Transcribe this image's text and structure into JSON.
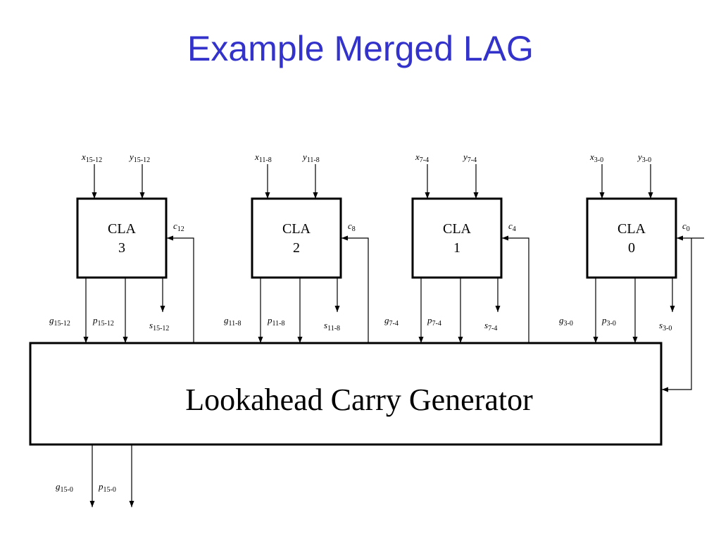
{
  "title": "Example Merged LAG",
  "colors": {
    "title": "#3333cc",
    "line": "#000000"
  },
  "blocks": [
    {
      "label": "CLA",
      "index": "3",
      "x": {
        "v": "x",
        "s": "15-12"
      },
      "y": {
        "v": "y",
        "s": "15-12"
      },
      "c": {
        "v": "c",
        "s": "12"
      },
      "g": {
        "v": "g",
        "s": "15-12"
      },
      "p": {
        "v": "p",
        "s": "15-12"
      },
      "sum": {
        "v": "s",
        "s": "15-12"
      }
    },
    {
      "label": "CLA",
      "index": "2",
      "x": {
        "v": "x",
        "s": "11-8"
      },
      "y": {
        "v": "y",
        "s": "11-8"
      },
      "c": {
        "v": "c",
        "s": "8"
      },
      "g": {
        "v": "g",
        "s": "11-8"
      },
      "p": {
        "v": "p",
        "s": "11-8"
      },
      "sum": {
        "v": "s",
        "s": "11-8"
      }
    },
    {
      "label": "CLA",
      "index": "1",
      "x": {
        "v": "x",
        "s": "7-4"
      },
      "y": {
        "v": "y",
        "s": "7-4"
      },
      "c": {
        "v": "c",
        "s": "4"
      },
      "g": {
        "v": "g",
        "s": "7-4"
      },
      "p": {
        "v": "p",
        "s": "7-4"
      },
      "sum": {
        "v": "s",
        "s": "7-4"
      }
    },
    {
      "label": "CLA",
      "index": "0",
      "x": {
        "v": "x",
        "s": "3-0"
      },
      "y": {
        "v": "y",
        "s": "3-0"
      },
      "c": {
        "v": "c",
        "s": "0"
      },
      "g": {
        "v": "g",
        "s": "3-0"
      },
      "p": {
        "v": "p",
        "s": "3-0"
      },
      "sum": {
        "v": "s",
        "s": "3-0"
      }
    }
  ],
  "lag": {
    "label": "Lookahead Carry Generator",
    "g_out": {
      "v": "g",
      "s": "15-0"
    },
    "p_out": {
      "v": "p",
      "s": "15-0"
    }
  }
}
